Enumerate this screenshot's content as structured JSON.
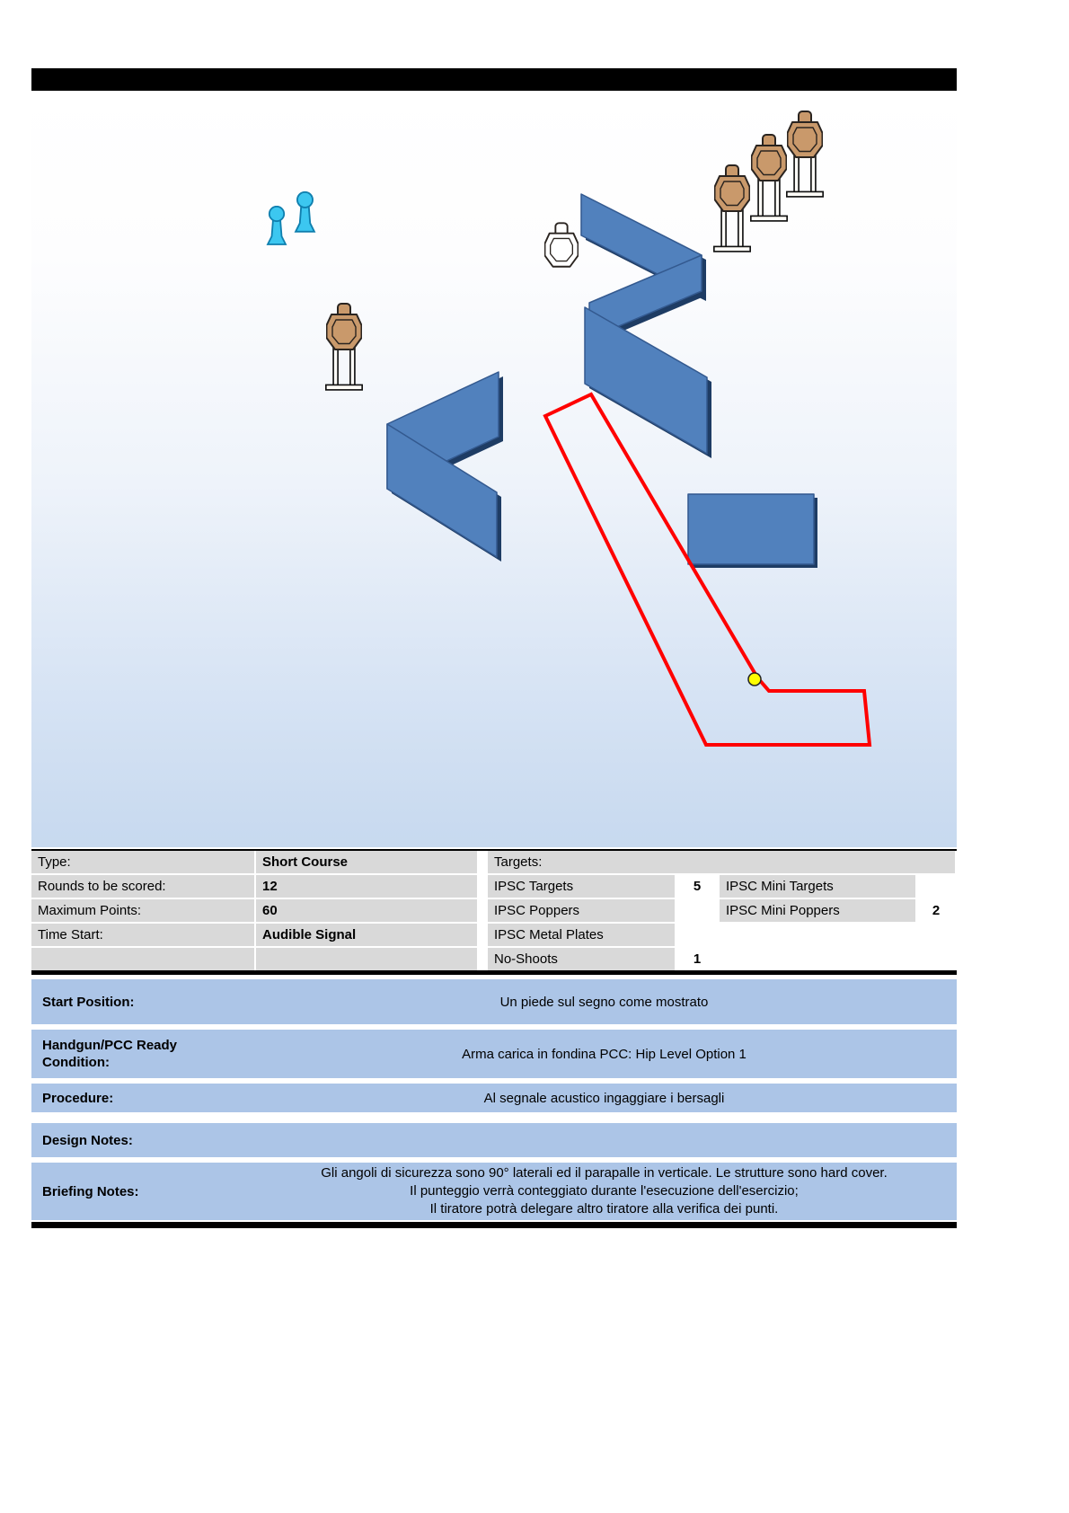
{
  "diagram": {
    "colors": {
      "wall_face": "#5181bd",
      "wall_edge": "#1e3c64",
      "target": "#c9996b",
      "no_shoot": "#ffffff",
      "popper": "#3cc7f0",
      "fault_line": "#ff0000",
      "start_marker": "#ffff00",
      "table_cell_gray": "#d9d9d9",
      "section_blue": "#acc5e7"
    },
    "elements": [
      "walls",
      "ipsc-targets",
      "no-shoot-target",
      "mini-poppers",
      "fault-line-area",
      "start-position-marker"
    ]
  },
  "info_table": {
    "left": [
      {
        "label": "Type:",
        "value": "Short Course"
      },
      {
        "label": "Rounds to be scored:",
        "value": "12"
      },
      {
        "label": "Maximum Points:",
        "value": "60"
      },
      {
        "label": "Time Start:",
        "value": "Audible Signal"
      },
      {
        "label": "",
        "value": ""
      }
    ],
    "targets_header": "Targets:",
    "targets": [
      {
        "name": "IPSC Targets",
        "count": "5",
        "name2": "IPSC Mini Targets",
        "count2": ""
      },
      {
        "name": "IPSC Poppers",
        "count": "",
        "name2": "IPSC Mini Poppers",
        "count2": "2"
      },
      {
        "name": "IPSC Metal Plates",
        "count": "",
        "name2": "",
        "count2": ""
      },
      {
        "name": "No-Shoots",
        "count": "1",
        "name2": "",
        "count2": ""
      }
    ]
  },
  "sections": {
    "start_position": {
      "label": "Start Position:",
      "text": "Un piede sul segno come mostrato"
    },
    "ready_condition": {
      "label": "Handgun/PCC Ready Condition:",
      "text": "Arma carica in fondina PCC: Hip Level Option 1"
    },
    "procedure": {
      "label": "Procedure:",
      "text": "Al segnale acustico ingaggiare i bersagli"
    },
    "design_notes": {
      "label": "Design Notes:",
      "text": ""
    },
    "briefing_notes": {
      "label": "Briefing Notes:",
      "lines": [
        "Gli angoli di sicurezza sono 90° laterali ed il parapalle in verticale. Le strutture sono hard cover.",
        "Il punteggio verrà conteggiato durante l'esecuzione dell'esercizio;",
        "Il tiratore potrà delegare altro tiratore alla verifica dei punti."
      ]
    }
  }
}
